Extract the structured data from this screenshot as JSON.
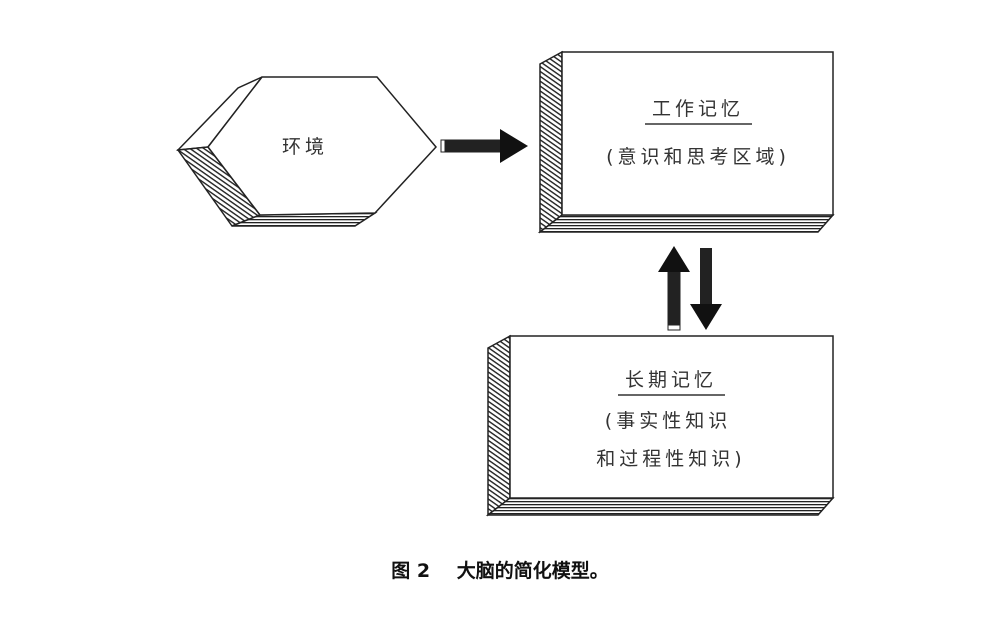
{
  "diagram": {
    "environment": {
      "label": "环境"
    },
    "working_memory": {
      "title": "工作记忆",
      "subtitle": "(意识和思考区域)"
    },
    "long_term_memory": {
      "title": "长期记忆",
      "line1": "(事实性知识",
      "line2": "和过程性知识)"
    },
    "edges": [
      {
        "from": "environment",
        "to": "working_memory",
        "direction": "one-way"
      },
      {
        "from": "long_term_memory",
        "to": "working_memory",
        "direction": "up"
      },
      {
        "from": "working_memory",
        "to": "long_term_memory",
        "direction": "down"
      }
    ]
  },
  "caption": {
    "number": "图 2",
    "text": "大脑的简化模型。"
  }
}
